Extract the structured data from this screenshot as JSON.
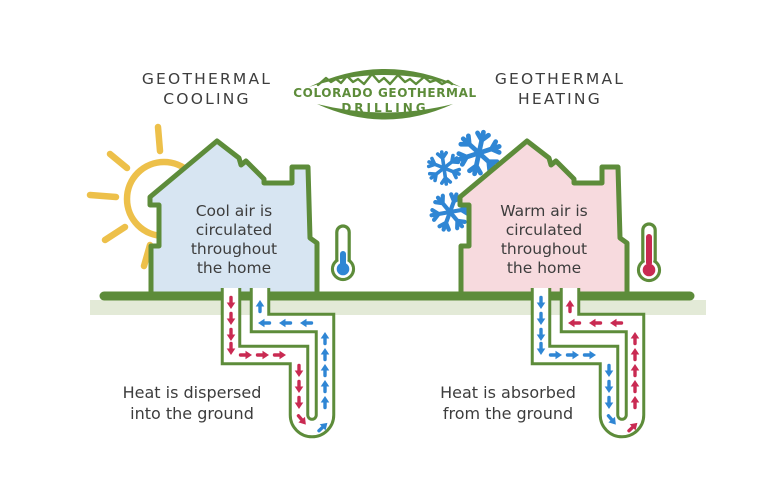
{
  "headings": {
    "cooling": [
      "GEOTHERMAL",
      "COOLING"
    ],
    "heating": [
      "GEOTHERMAL",
      "HEATING"
    ]
  },
  "logo": {
    "line1": "COLORADO GEOTHERMAL",
    "line2": "DRILLING"
  },
  "cooling_house": {
    "lines": [
      "Cool air is",
      "circulated",
      "throughout",
      "the home"
    ]
  },
  "heating_house": {
    "lines": [
      "Warm air is",
      "circulated",
      "throughout",
      "the home"
    ]
  },
  "cooling_caption": [
    "Heat is dispersed",
    "into the ground"
  ],
  "heating_caption": [
    "Heat is absorbed",
    "from the ground"
  ],
  "icons": {
    "sun": "sun-icon",
    "snowflakes": "snowflake-icon",
    "thermometer_cold": "thermometer-cold-icon",
    "thermometer_hot": "thermometer-hot-icon"
  },
  "colors": {
    "green": "#5d8c3a",
    "logo_green": "#5d8c3a",
    "ground_band": "#e3ead7",
    "house_cool_fill": "#d7e5f2",
    "house_warm_fill": "#f7dade",
    "sun_yellow": "#edc04a",
    "cold_blue": "#2f86d4",
    "warm_red": "#c92a52",
    "text_dark": "#3d3d3d",
    "background": "#ffffff"
  }
}
